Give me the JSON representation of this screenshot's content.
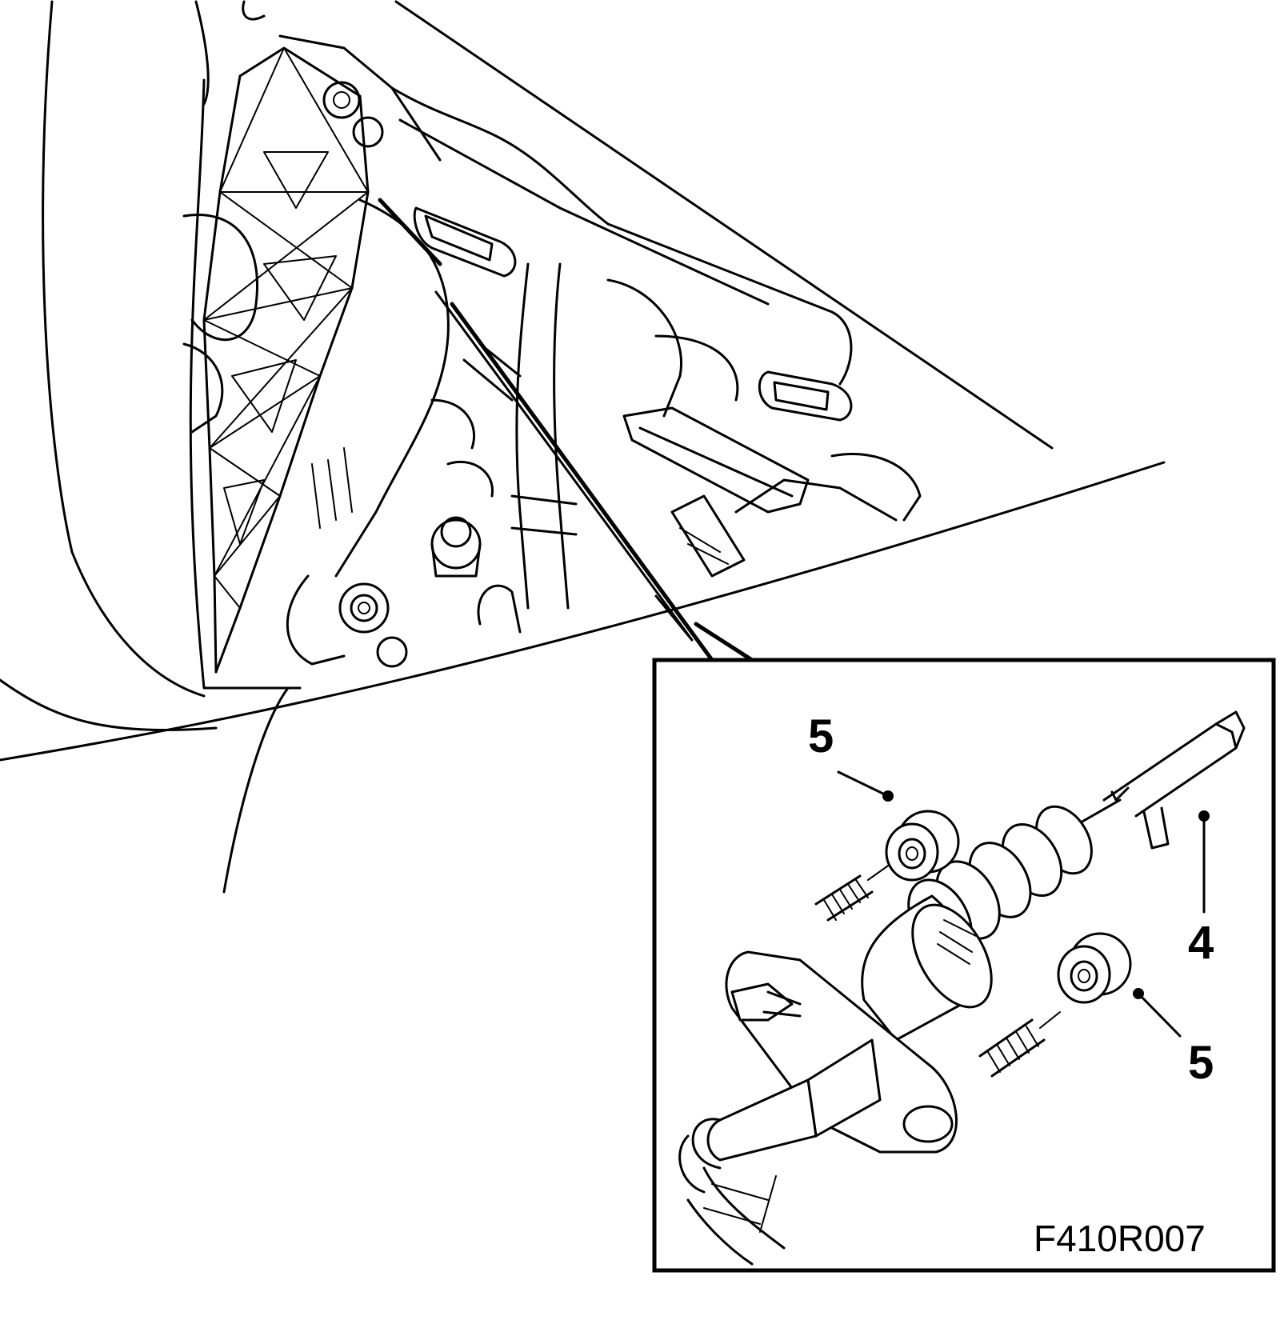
{
  "figure": {
    "code": "F410R007",
    "callouts": [
      {
        "id": "callout-5-top",
        "number": "5"
      },
      {
        "id": "callout-4",
        "number": "4"
      },
      {
        "id": "callout-5-bottom",
        "number": "5"
      }
    ]
  },
  "colors": {
    "ink": "#000000",
    "paper": "#ffffff"
  }
}
